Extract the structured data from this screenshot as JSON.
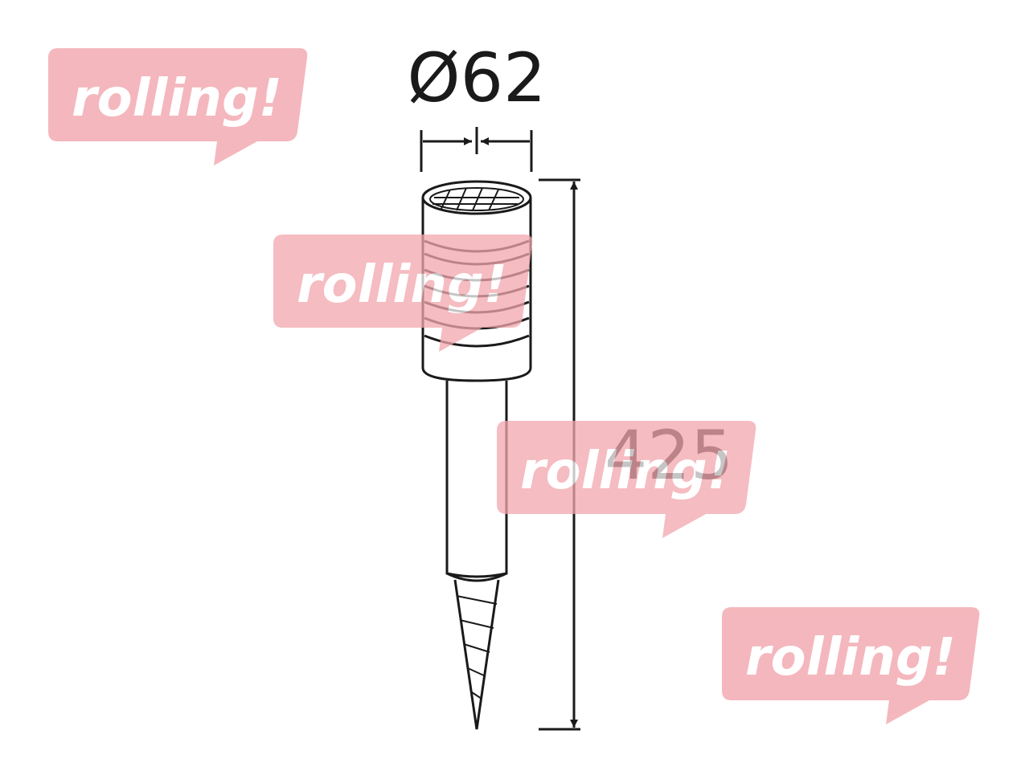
{
  "diagram": {
    "diameter_label": "Ø62",
    "height_label": "425"
  },
  "watermark": {
    "text": "rolling!",
    "color": "#f2a6ad"
  }
}
